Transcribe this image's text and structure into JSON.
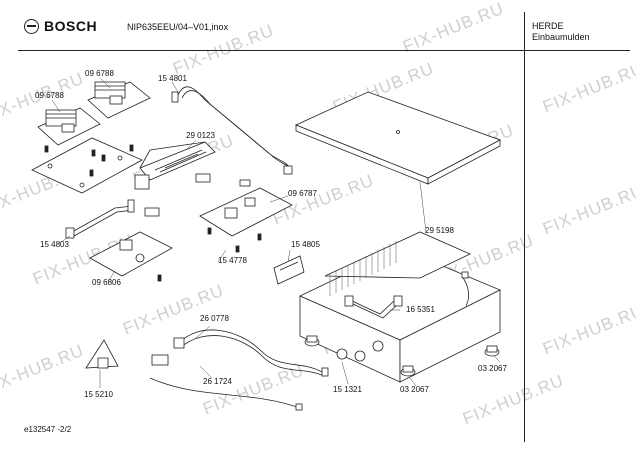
{
  "header": {
    "brand": "BOSCH",
    "model": "NIP635EEU/04–V01,inox",
    "category_line1": "HERDE",
    "category_line2": "Einbaumulden"
  },
  "footer": {
    "doc_id": "e132547 -2/2"
  },
  "watermark": "FIX-HUB.RU",
  "parts": {
    "p096788_a": "09 6788",
    "p096788_b": "09 6788",
    "p154801": "15 4801",
    "p290123": "29 0123",
    "p096787": "09 6787",
    "p154803": "15 4803",
    "p154778": "15 4778",
    "p154805": "15 4805",
    "p096806": "09 6806",
    "p295198": "29 5198",
    "p165351": "16 5351",
    "p260778": "26 0778",
    "p261724": "26 1724",
    "p155210": "15 5210",
    "p151321": "15 1321",
    "p032067_a": "03 2067",
    "p032067_b": "03 2067"
  }
}
